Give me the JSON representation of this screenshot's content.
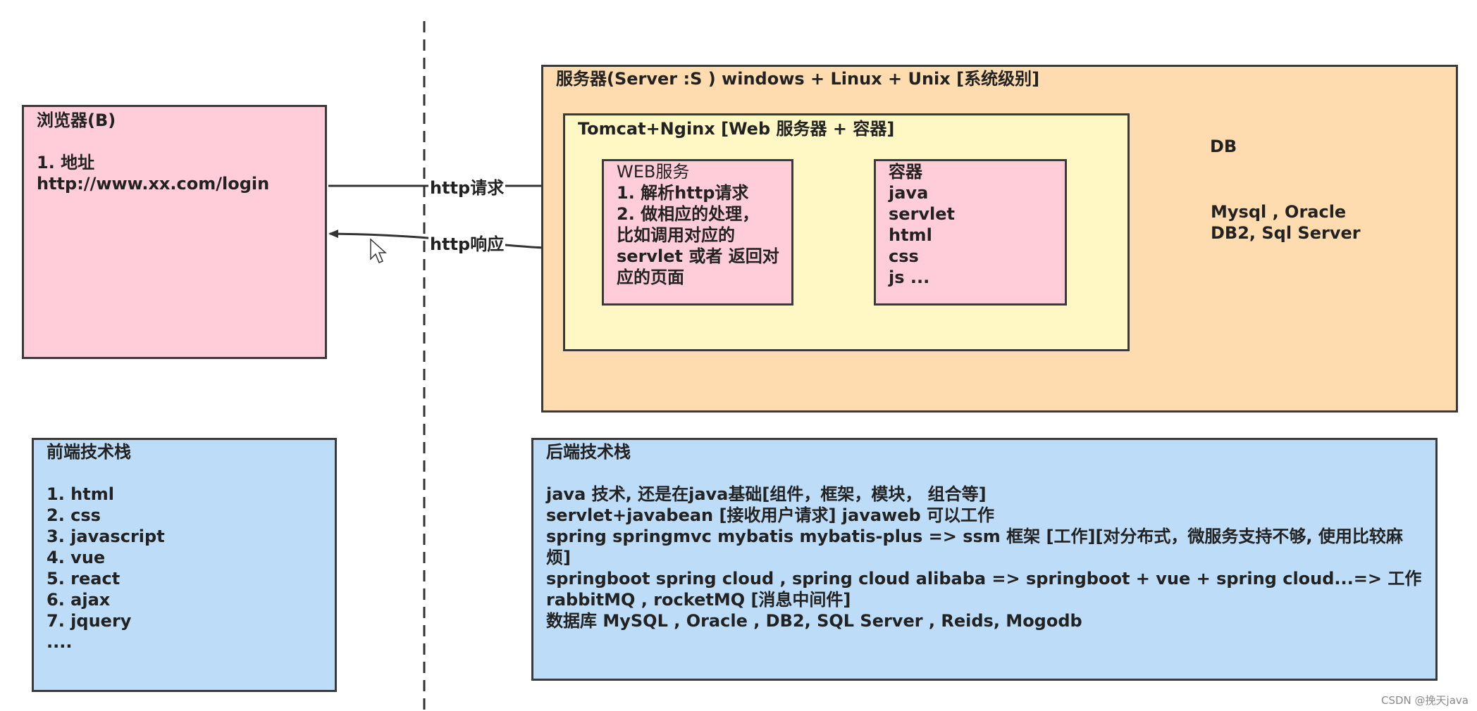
{
  "browser": {
    "title": "浏览器(B)",
    "lines": [
      "1. 地址",
      "http://www.xx.com/login"
    ]
  },
  "server": {
    "title": "服务器(Server :S ) windows + Linux + Unix [系统级别]",
    "tomcat": {
      "title": "Tomcat+Nginx [Web 服务器 + 容器]",
      "web": {
        "title": "WEB服务",
        "lines": [
          "1. 解析http请求",
          "2. 做相应的处理，",
          "比如调用对应的",
          "servlet 或者 返回对",
          "应的页面"
        ]
      },
      "container": {
        "title": "容器",
        "lines": [
          "java",
          "servlet",
          "html",
          "css",
          "js ..."
        ]
      }
    },
    "db": {
      "title": "DB",
      "lines": [
        "Mysql , Oracle",
        "DB2, Sql Server"
      ]
    }
  },
  "arrows": {
    "request": "http请求",
    "response": "http响应"
  },
  "frontend": {
    "title": "前端技术栈",
    "items": [
      "1. html",
      "2. css",
      "3. javascript",
      "4. vue",
      "5. react",
      "6. ajax",
      "7. jquery",
      "...."
    ]
  },
  "backend": {
    "title": "后端技术栈",
    "lines": [
      "java 技术, 还是在java基础[组件，框架，模块，  组合等]",
      "servlet+javabean [接收用户请求] javaweb 可以工作",
      "spring springmvc  mybatis mybatis-plus => ssm 框架 [工作][对分布式，微服务支持不够, 使用比较麻",
      "烦]",
      "springboot spring cloud , spring cloud alibaba => springboot + vue + spring cloud...=> 工作",
      "rabbitMQ , rocketMQ [消息中间件]",
      "数据库 MySQL , Oracle , DB2, SQL Server , Reids, Mogodb"
    ]
  },
  "watermark": "CSDN @挽天java",
  "colors": {
    "browser_fill": "#ffccd9",
    "server_fill": "#ffdcb0",
    "tomcat_fill": "#fff7c4",
    "db_fill": "#cde8cf",
    "stack_fill": "#bcdcf7"
  }
}
